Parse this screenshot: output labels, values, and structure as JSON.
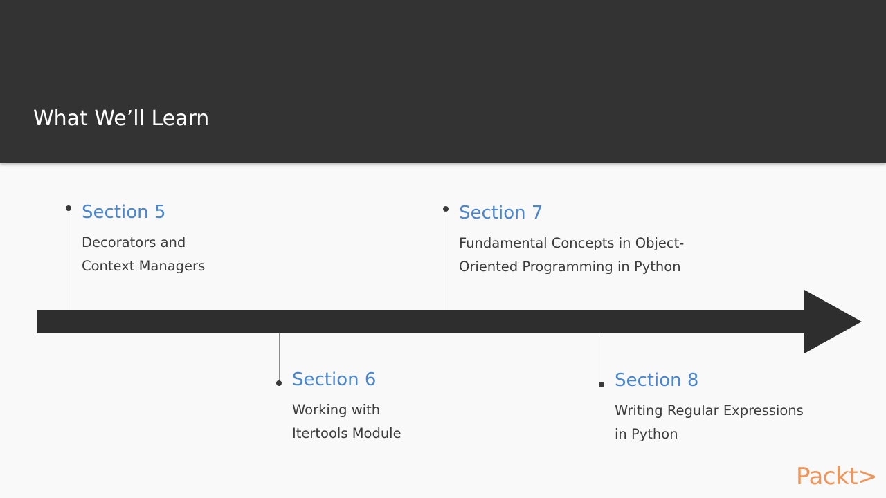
{
  "header": {
    "title": "What We’ll Learn"
  },
  "timeline": {
    "items": [
      {
        "heading": "Section 5",
        "lines": [
          "Decorators and",
          "Context Managers"
        ]
      },
      {
        "heading": "Section 6",
        "lines": [
          "Working with",
          "Itertools Module"
        ]
      },
      {
        "heading": "Section 7",
        "lines": [
          "Fundamental Concepts in Object-",
          "Oriented Programming in Python"
        ]
      },
      {
        "heading": "Section 8",
        "lines": [
          "Writing Regular Expressions",
          "in Python"
        ]
      }
    ]
  },
  "logo": {
    "text": "Packt>"
  },
  "colors": {
    "header_bg": "#333333",
    "background": "#f9f9f9",
    "accent_heading": "#4a86cf",
    "arrow": "#2e2e2e",
    "logo": "#f0955a"
  }
}
